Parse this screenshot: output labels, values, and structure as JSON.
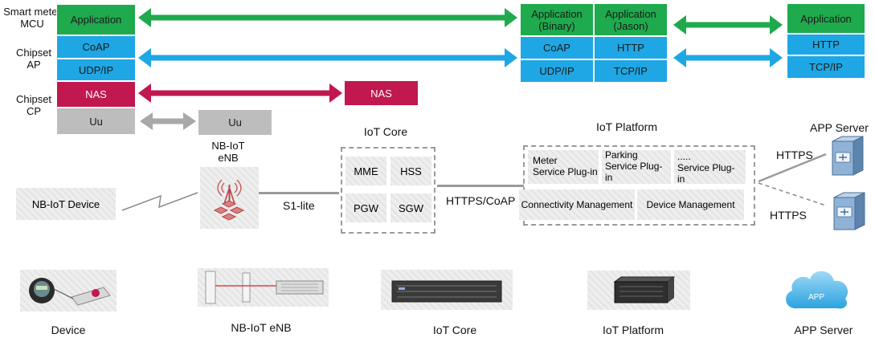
{
  "stack_labels": {
    "mcu": "Smart meter\nMCU",
    "ap": "Chipset\nAP",
    "cp": "Chipset\nCP"
  },
  "device_stack": {
    "application": "Application",
    "coap": "CoAP",
    "udp_ip": "UDP/IP",
    "nas": "NAS",
    "uu": "Uu"
  },
  "enb_uu": "Uu",
  "core_nas": "NAS",
  "platform_stack": {
    "app_binary": "Application\n(Binary)",
    "app_jason": "Application\n(Jason)",
    "coap": "CoAP",
    "http": "HTTP",
    "udp_ip": "UDP/IP",
    "tcp_ip": "TCP/IP"
  },
  "server_stack": {
    "application": "Application",
    "http": "HTTP",
    "tcp_ip": "TCP/IP"
  },
  "network": {
    "device": "NB-IoT Device",
    "enb_label": "NB-IoT\neNB",
    "s1_lite": "S1-lite",
    "core_title": "IoT Core",
    "core_cells": [
      "MME",
      "HSS",
      "PGW",
      "SGW"
    ],
    "https_coap": "HTTPS/CoAP",
    "platform_title": "IoT Platform",
    "platform_cells": [
      "Meter\nService Plug-in",
      "Parking\nService Plug-\nin",
      ".....\nService Plug-\nin",
      "Connectivity Management",
      "Device Management"
    ],
    "app_server_title": "APP Server",
    "https_top": "HTTPS",
    "https_bottom": "HTTPS"
  },
  "hardware": {
    "labels": [
      "Device",
      "NB-IoT eNB",
      "IoT Core",
      "IoT Platform",
      "APP Server"
    ],
    "cloud_text": "APP"
  },
  "colors": {
    "green": "#1faa4d",
    "blue": "#1ea7e4",
    "red": "#c0184f",
    "gray": "#bdbdbd"
  }
}
